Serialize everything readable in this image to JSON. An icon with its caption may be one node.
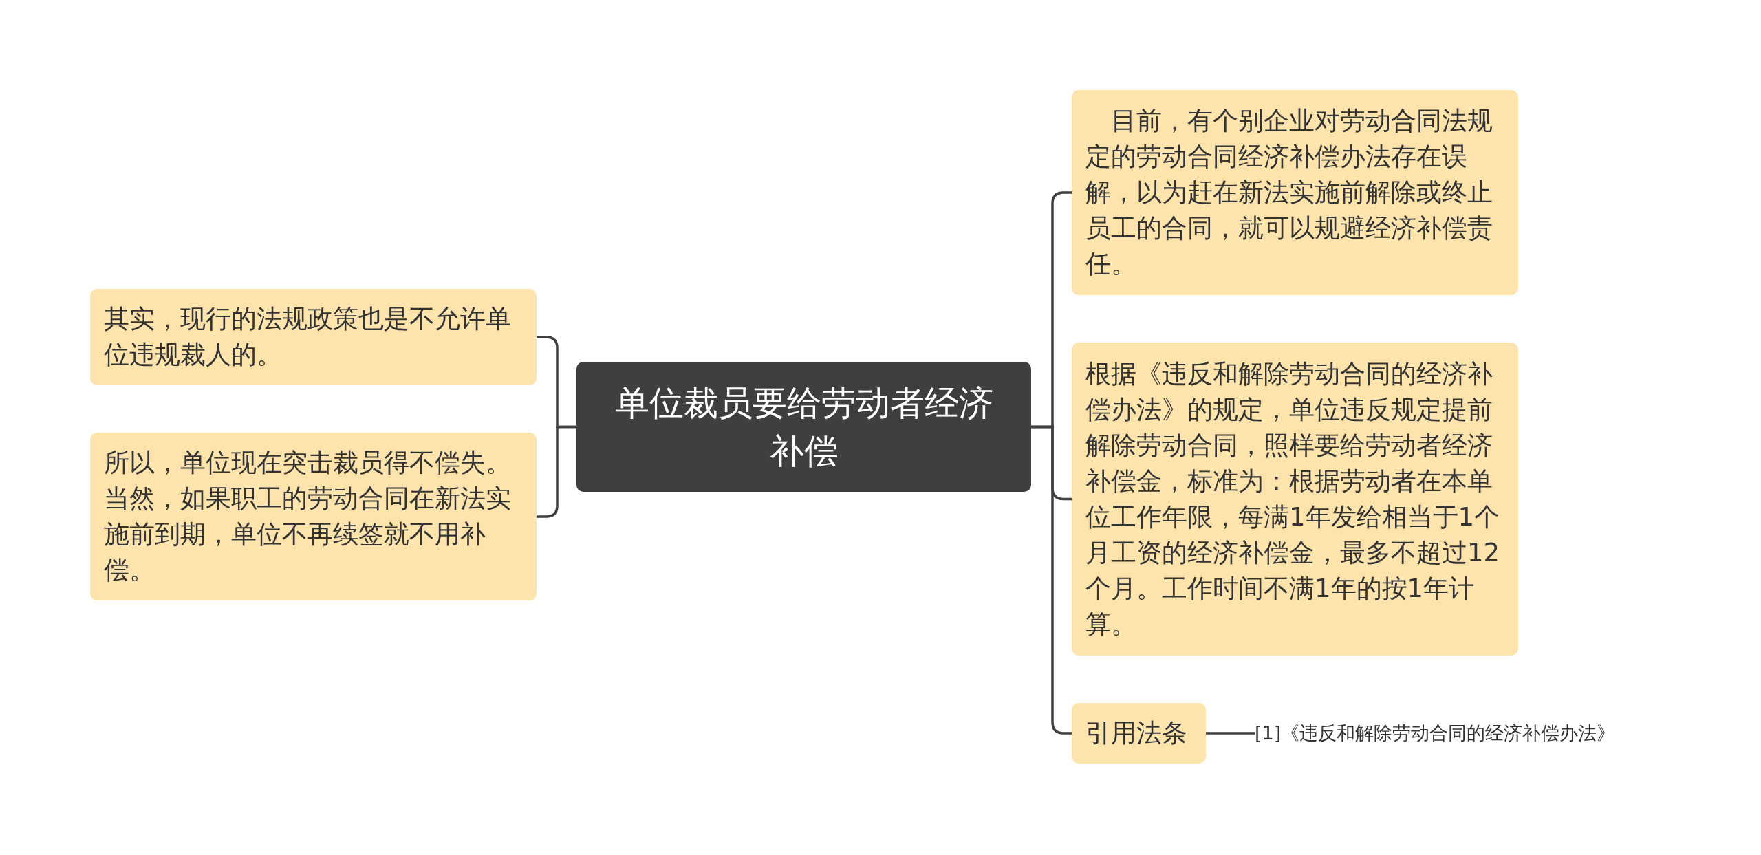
{
  "diagram": {
    "nodes": [
      {
        "text": [
          "单位裁员要给劳动者经济补偿"
        ]
      },
      {
        "text": [
          "其实，现行的法规政策也是不允许单位违规裁人的。"
        ]
      },
      {
        "text": [
          "所以，单位现在突击裁员得不偿失。当然，如果职工的劳动合同在新法实施前到期，单位不再续签就不用补偿。"
        ]
      },
      {
        "text": [
          "目前，有个别企业对劳动合同法规定的劳动合同经济补偿办法存在误解，以为赶在新法实施前解除或终止员工的合同，就可以规避经济补偿责任。"
        ]
      },
      {
        "text": [
          "根据《违反和解除劳动合同的经济补偿办法》的规定，单位违反规定提前解除劳动合同，照样要给劳动者经济补偿金，标准为：根据劳动者在本单位工作年限，每满1年发给相当于1个月工资的经济补偿金，最多不超过12个月。工作时间不满1年的按1年计算。"
        ]
      },
      {
        "text": [
          "引用法条"
        ]
      },
      {
        "text": [
          "[1]《违反和解除劳动合同的经济补偿办法》"
        ]
      }
    ],
    "edges": [
      {
        "from": 0,
        "to": 1,
        "arrow": "none"
      },
      {
        "from": 0,
        "to": 2,
        "arrow": "none"
      },
      {
        "from": 0,
        "to": 3,
        "arrow": "none"
      },
      {
        "from": 0,
        "to": 4,
        "arrow": "none"
      },
      {
        "from": 0,
        "to": 5,
        "arrow": "none"
      },
      {
        "from": 5,
        "to": 6,
        "arrow": "none"
      }
    ]
  }
}
